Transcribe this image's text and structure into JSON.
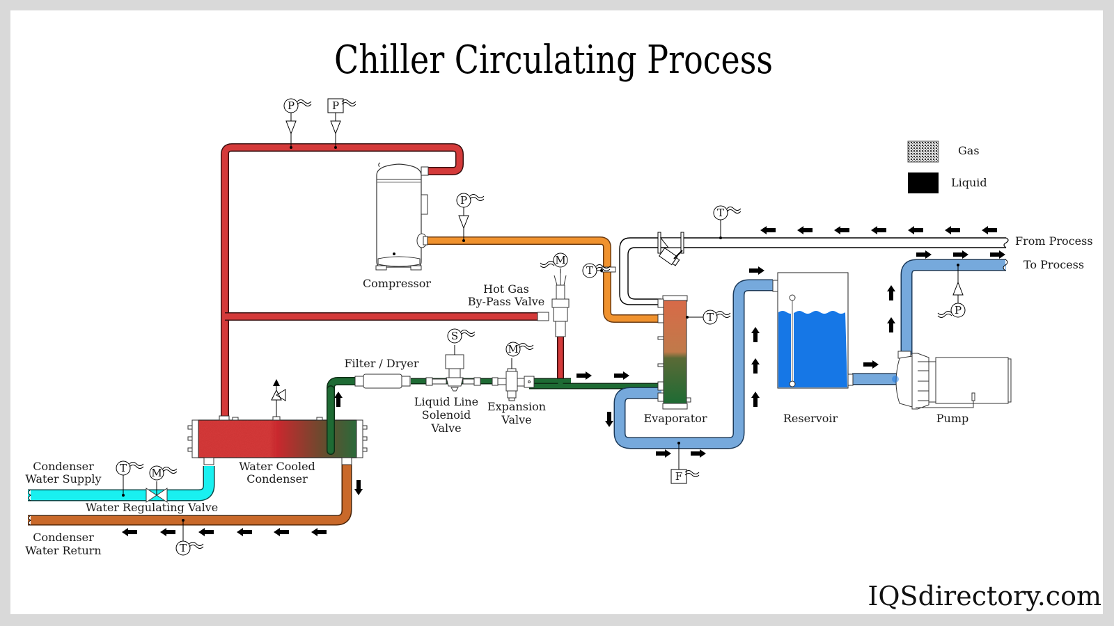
{
  "title": "Chiller Circulating Process",
  "brand": "IQSdirectory.com",
  "legend": {
    "items": [
      {
        "label": "Gas",
        "pattern": "speckled"
      },
      {
        "label": "Liquid",
        "pattern": "solid"
      }
    ]
  },
  "components": {
    "compressor": "Compressor",
    "hot_gas_line1": "Hot Gas",
    "hot_gas_line2": "By-Pass Valve",
    "filter_dryer": "Filter / Dryer",
    "solenoid_line1": "Liquid Line",
    "solenoid_line2": "Solenoid",
    "solenoid_line3": "Valve",
    "expansion_line1": "Expansion",
    "expansion_line2": "Valve",
    "evaporator": "Evaporator",
    "reservoir": "Reservoir",
    "pump": "Pump",
    "condenser_line1": "Water Cooled",
    "condenser_line2": "Condenser",
    "water_regulating_valve": "Water Regulating Valve",
    "supply_line1": "Condenser",
    "supply_line2": "Water Supply",
    "return_line1": "Condenser",
    "return_line2": "Water Return",
    "from_process": "From Process",
    "to_process": "To Process"
  },
  "instruments": {
    "p1": "P",
    "p2": "P",
    "p3": "P",
    "p4": "P",
    "t1": "T",
    "t2": "T",
    "t3": "T",
    "t4": "T",
    "t5": "T",
    "m1": "M",
    "m2": "M",
    "m3": "M",
    "s1": "S",
    "f1": "F"
  },
  "colors": {
    "hot_gas": "#d43a3a",
    "suction_gas": "#f0922e",
    "liquid_refrigerant": "#1e6b34",
    "process_water": "#76a9dc",
    "reservoir_water": "#1677e6",
    "condenser_supply": "#19f0f0",
    "condenser_return": "#c9692a",
    "background": "#d9d9d9"
  }
}
